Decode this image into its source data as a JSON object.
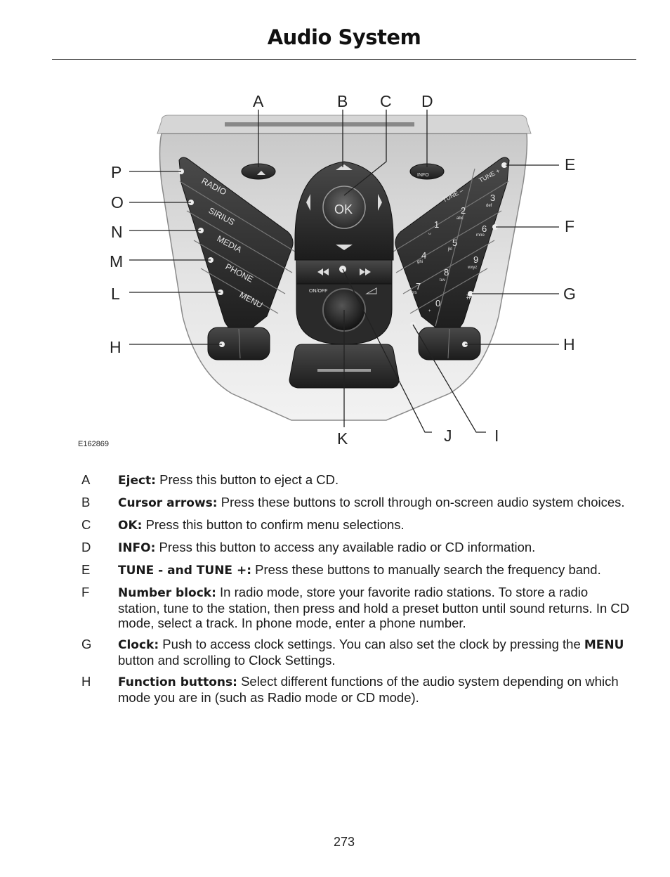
{
  "header": {
    "title": "Audio System"
  },
  "figure": {
    "id": "E162869",
    "callouts": {
      "A": "A",
      "B": "B",
      "C": "C",
      "D": "D",
      "E": "E",
      "F": "F",
      "G": "G",
      "H_right": "H",
      "H_left": "H",
      "I": "I",
      "J": "J",
      "K": "K",
      "L": "L",
      "M": "M",
      "N": "N",
      "O": "O",
      "P": "P"
    },
    "buttons": {
      "radio": "RADIO",
      "sirius": "SIRIUS",
      "media": "MEDIA",
      "phone": "PHONE",
      "menu": "MENU",
      "info": "INFO",
      "ok": "OK",
      "onoff": "ON/OFF",
      "tune_minus": "TUNE –",
      "tune_plus": "TUNE +"
    },
    "keypad": [
      {
        "digit": "1",
        "letters": "␣"
      },
      {
        "digit": "2",
        "letters": "abc"
      },
      {
        "digit": "3",
        "letters": "def"
      },
      {
        "digit": "4",
        "letters": "ghi"
      },
      {
        "digit": "5",
        "letters": "jkl"
      },
      {
        "digit": "6",
        "letters": "mno"
      },
      {
        "digit": "7",
        "letters": "pqrs"
      },
      {
        "digit": "8",
        "letters": "tuv"
      },
      {
        "digit": "9",
        "letters": "wxyz"
      },
      {
        "digit": "0",
        "letters": "+"
      }
    ],
    "keypad_extra": {
      "star": "*",
      "hash": "#"
    }
  },
  "descriptions": [
    {
      "letter": "A",
      "term": "Eject:",
      "text": " Press this button to eject a CD."
    },
    {
      "letter": "B",
      "term": "Cursor arrows:",
      "text": " Press these buttons to scroll through on-screen audio system choices."
    },
    {
      "letter": "C",
      "term": "OK:",
      "text": " Press this button to confirm menu selections."
    },
    {
      "letter": "D",
      "term": "INFO:",
      "text": " Press this button to access any available radio or CD information."
    },
    {
      "letter": "E",
      "term": "TUNE - and TUNE +:",
      "text": " Press these buttons to manually search the frequency band."
    },
    {
      "letter": "F",
      "term": "Number block:",
      "text": " In radio mode, store your favorite radio stations. To store a radio station, tune to the station, then press and hold a preset button until sound returns. In CD mode, select a track. In phone mode, enter a phone number."
    },
    {
      "letter": "G",
      "term": "Clock:",
      "text_before": " Push to access clock settings. You can also set the clock by pressing the ",
      "bold": "MENU",
      "text_after": " button and scrolling to Clock Settings."
    },
    {
      "letter": "H",
      "term": "Function buttons:",
      "text": " Select different functions of the audio system depending on which mode you are in (such as Radio mode or CD mode)."
    }
  ],
  "footer": {
    "page_number": "273"
  }
}
